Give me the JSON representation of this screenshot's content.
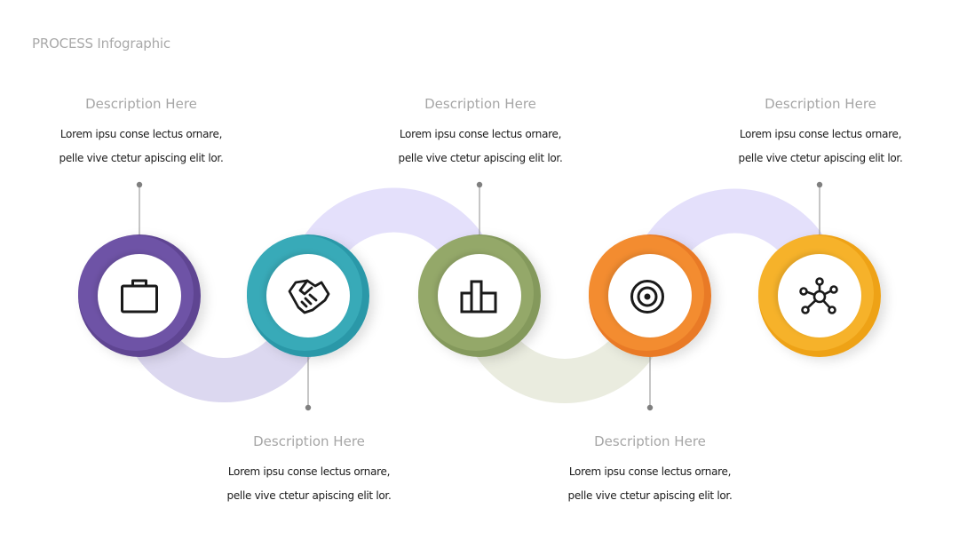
{
  "title": "PROCESS Infographic",
  "steps": [
    {
      "heading": "Description Here",
      "line1": "Lorem ipsu conse lectus ornare,",
      "line2": "pelle vive ctetur apiscing elit lor.",
      "icon": "briefcase-icon",
      "color": "#5f4492",
      "color_light": "#6e53a6",
      "label_position": "top"
    },
    {
      "heading": "Description Here",
      "line1": "Lorem ipsu conse lectus ornare,",
      "line2": "pelle vive ctetur apiscing elit lor.",
      "icon": "handshake-icon",
      "color": "#2b98a8",
      "color_light": "#38aab8",
      "label_position": "bottom"
    },
    {
      "heading": "Description Here",
      "line1": "Lorem ipsu conse lectus ornare,",
      "line2": "pelle vive ctetur apiscing elit lor.",
      "icon": "bar-chart-icon",
      "color": "#84995c",
      "color_light": "#94a869",
      "label_position": "top"
    },
    {
      "heading": "Description Here",
      "line1": "Lorem ipsu conse lectus ornare,",
      "line2": "pelle vive ctetur apiscing elit lor.",
      "icon": "target-icon",
      "color": "#e97a25",
      "color_light": "#f38c30",
      "label_position": "bottom"
    },
    {
      "heading": "Description Here",
      "line1": "Lorem ipsu conse lectus ornare,",
      "line2": "pelle vive ctetur apiscing elit lor.",
      "icon": "network-icon",
      "color": "#eea215",
      "color_light": "#f6b22a",
      "label_position": "top"
    }
  ],
  "connector_colors": {
    "purple": "#dcd8f0",
    "lavender": "#e4e0fb",
    "sage": "#eaecdf"
  }
}
